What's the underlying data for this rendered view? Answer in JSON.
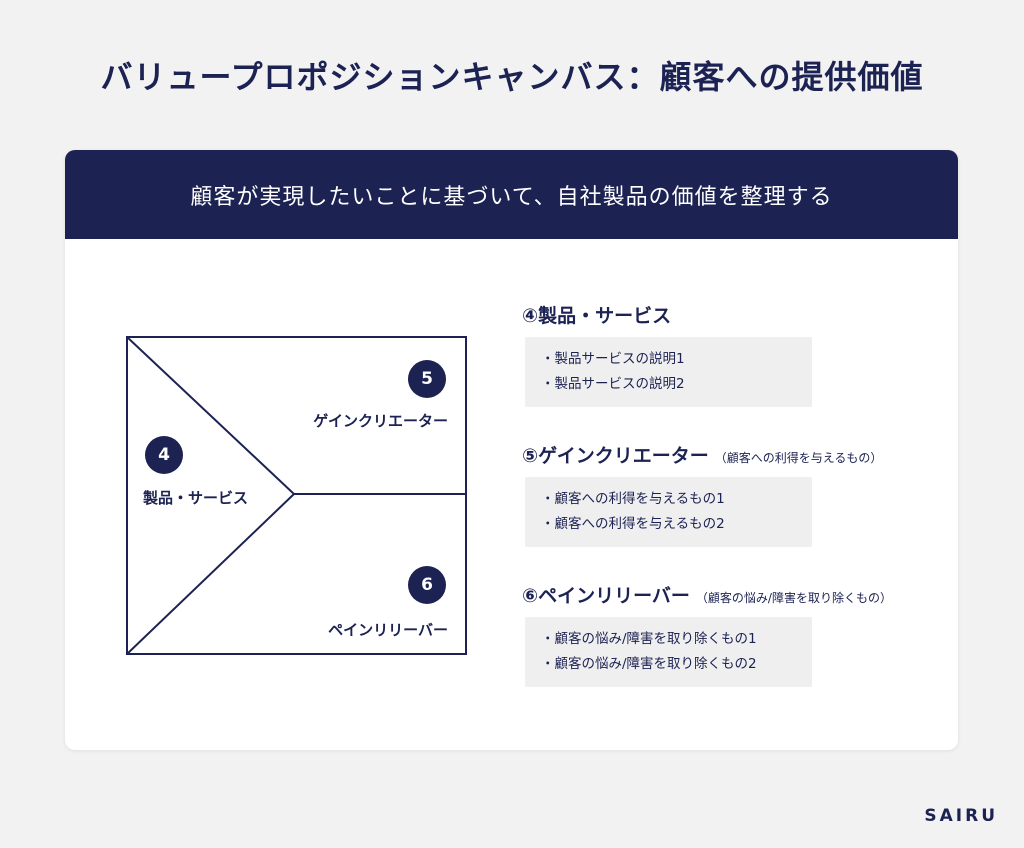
{
  "title": "バリュープロポジションキャンバス：顧客への提供価値",
  "card": {
    "header": "顧客が実現したいことに基づいて、自社製品の価値を整理する"
  },
  "diagram": {
    "product": {
      "number": "4",
      "label": "製品・サービス"
    },
    "gain": {
      "number": "5",
      "label": "ゲインクリエーター"
    },
    "pain": {
      "number": "6",
      "label": "ペインリリーバー"
    }
  },
  "sections": [
    {
      "title": "④製品・サービス",
      "subtitle": "",
      "items": [
        "・製品サービスの説明1",
        "・製品サービスの説明2"
      ]
    },
    {
      "title": "⑤ゲインクリエーター",
      "subtitle": "（顧客への利得を与えるもの）",
      "items": [
        "・顧客への利得を与えるもの1",
        "・顧客への利得を与えるもの2"
      ]
    },
    {
      "title": "⑥ペインリリーバー",
      "subtitle": "（顧客の悩み/障害を取り除くもの）",
      "items": [
        "・顧客の悩み/障害を取り除くもの1",
        "・顧客の悩み/障害を取り除くもの2"
      ]
    }
  ],
  "logo": "SAIRU",
  "colors": {
    "navy": "#1c2252",
    "background": "#f2f2f2",
    "box": "#efefef"
  }
}
